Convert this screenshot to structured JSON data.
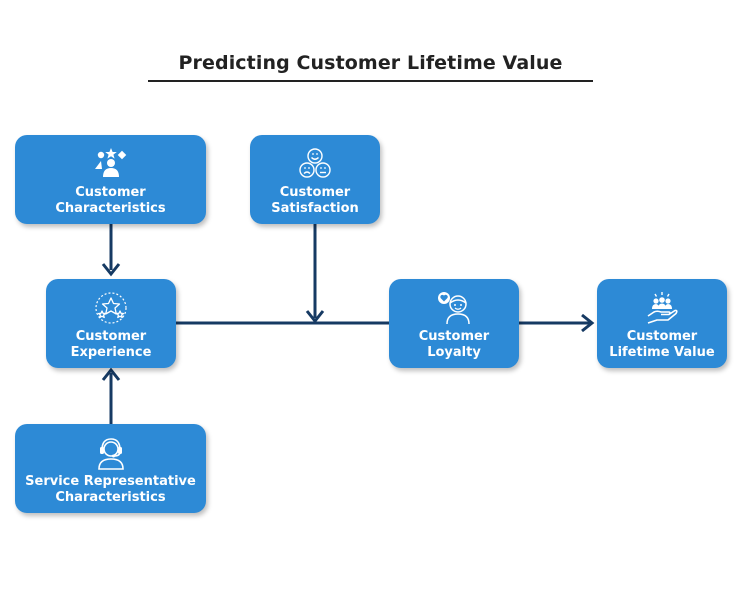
{
  "title": "Predicting Customer Lifetime Value",
  "nodes": {
    "customer_characteristics": {
      "label": "Customer\nCharacteristics",
      "icon": "people-star-icon"
    },
    "customer_satisfaction": {
      "label": "Customer\nSatisfaction",
      "icon": "smiley-faces-icon"
    },
    "customer_experience": {
      "label": "Customer\nExperience",
      "icon": "star-rating-icon"
    },
    "service_representative_characteristics": {
      "label": "Service Representative\nCharacteristics",
      "icon": "headset-agent-icon"
    },
    "customer_loyalty": {
      "label": "Customer\nLoyalty",
      "icon": "heart-person-icon"
    },
    "customer_lifetime_value": {
      "label": "Customer\nLifetime Value",
      "icon": "hand-people-icon"
    }
  },
  "colors": {
    "node_fill": "#2d8ad6",
    "arrow": "#163a63",
    "title": "#222222"
  }
}
